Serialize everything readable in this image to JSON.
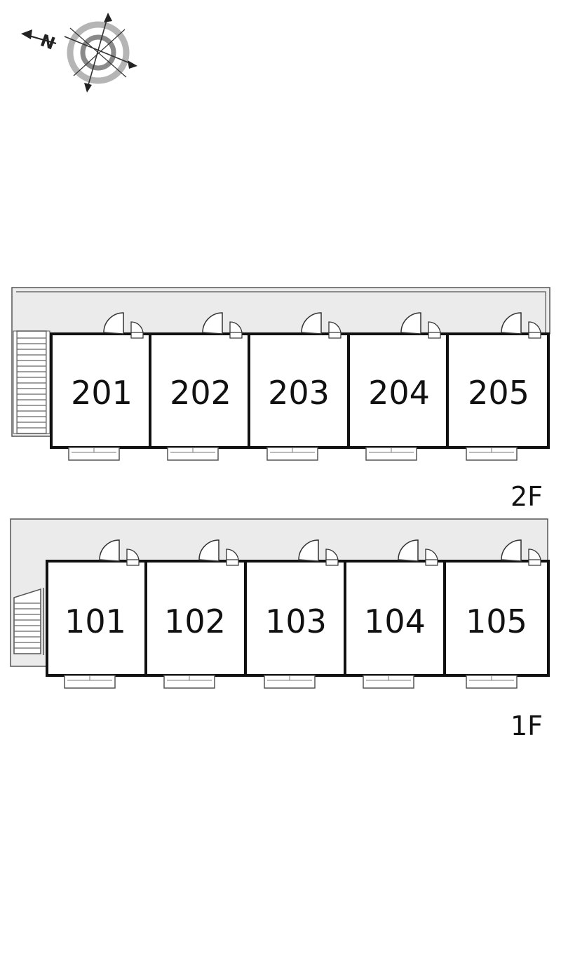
{
  "compass": {
    "icon": "north-compass-icon",
    "north_letter": "N"
  },
  "floors": [
    {
      "label": "2F",
      "units": [
        "201",
        "202",
        "203",
        "204",
        "205"
      ],
      "stair_icon": "stairs-icon"
    },
    {
      "label": "1F",
      "units": [
        "101",
        "102",
        "103",
        "104",
        "105"
      ],
      "stair_icon": "stairs-icon"
    }
  ],
  "colors": {
    "corridor": "#ebebeb",
    "wall": "#111111",
    "line": "#555555",
    "compass_ring": "#b5b5b5"
  }
}
